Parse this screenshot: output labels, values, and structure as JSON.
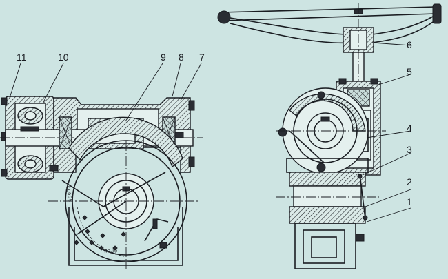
{
  "part_numbers": {
    "n1": "1",
    "n2": "2",
    "n3": "3",
    "n4": "4",
    "n5": "5",
    "n6": "6",
    "n7": "7",
    "n8": "8",
    "n9": "9",
    "n10": "10",
    "n11": "11"
  },
  "dial_text": {
    "close": "CLOSE",
    "open": "OPEN"
  },
  "colors": {
    "background": "#cde4e2",
    "ink": "#1a1d22"
  }
}
